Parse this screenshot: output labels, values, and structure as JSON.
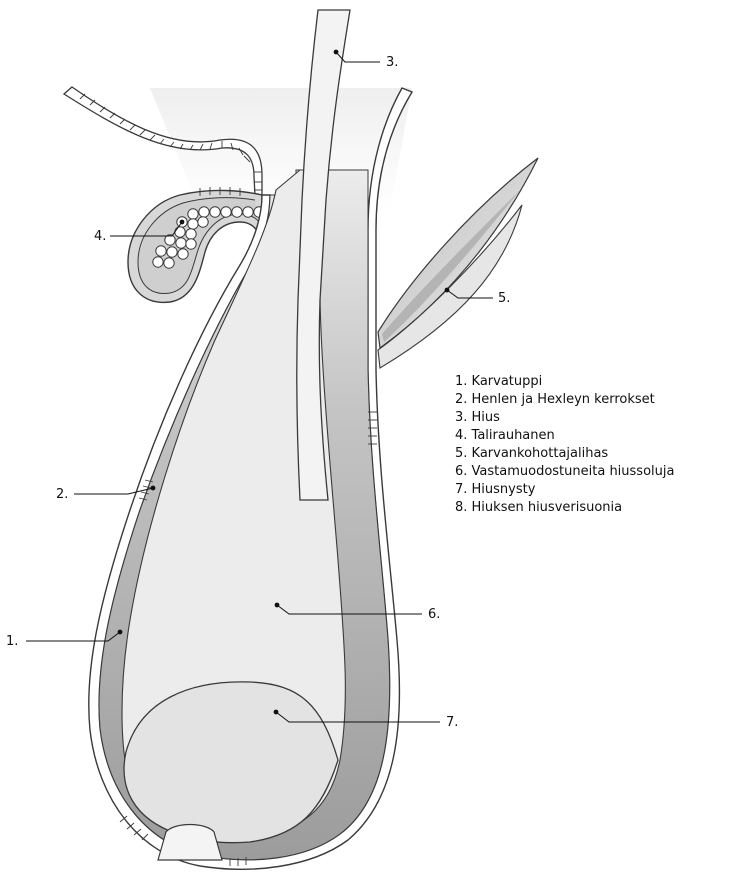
{
  "labels": [
    {
      "id": "label-1",
      "text": "1."
    },
    {
      "id": "label-2",
      "text": "2."
    },
    {
      "id": "label-3",
      "text": "3."
    },
    {
      "id": "label-4",
      "text": "4."
    },
    {
      "id": "label-5",
      "text": "5."
    },
    {
      "id": "label-6",
      "text": "6."
    },
    {
      "id": "label-7",
      "text": "7."
    }
  ],
  "legend": [
    "1. Karvatuppi",
    "2. Henlen ja Hexleyn kerrokset",
    "3. Hius",
    "4. Talirauhanen",
    "5. Karvankohottajalihas",
    "6. Vastamuodostuneita hiussoluja",
    "7. Hiusnysty",
    "8. Hiuksen hiusverisuonia"
  ],
  "colors": {
    "outline": "#3a3a3a",
    "sheath_dark": "#a6a6a6",
    "sheath_light": "#d4d4d4",
    "inner_fill": "#ededed",
    "papilla_fill": "#e3e3e3",
    "skin_fill": "#f2f2f2"
  }
}
